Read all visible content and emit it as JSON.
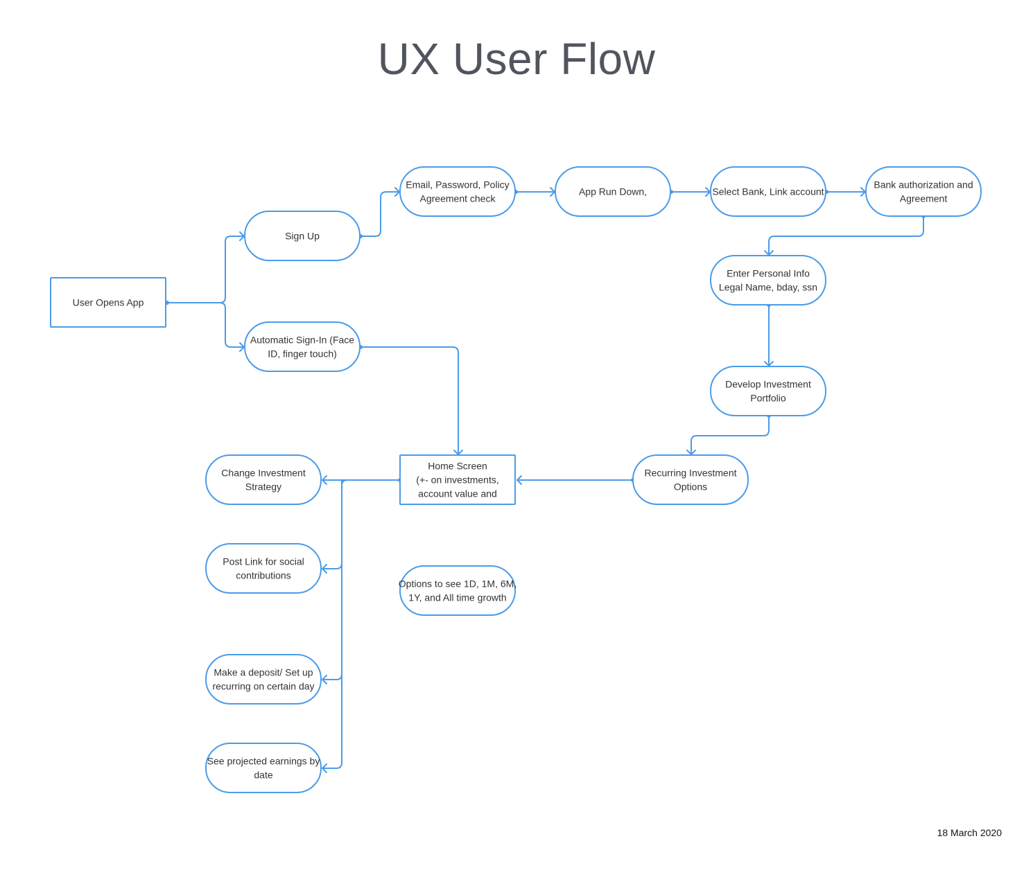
{
  "title": "UX User Flow",
  "date": "18 March 2020",
  "colors": {
    "stroke": "#4a9be8",
    "title": "#50555e",
    "text": "#333333"
  },
  "nodes": [
    {
      "id": "user-opens-app",
      "shape": "rect",
      "lines": [
        "User Opens App"
      ]
    },
    {
      "id": "sign-up",
      "shape": "rounded",
      "lines": [
        "Sign Up"
      ]
    },
    {
      "id": "automatic-sign-in",
      "shape": "rounded",
      "lines": [
        "Automatic Sign-In (Face",
        "ID, finger touch)"
      ]
    },
    {
      "id": "email-password",
      "shape": "rounded",
      "lines": [
        "Email, Password, Policy",
        "Agreement check"
      ]
    },
    {
      "id": "app-run-down",
      "shape": "rounded",
      "lines": [
        "App Run Down,"
      ]
    },
    {
      "id": "select-bank",
      "shape": "rounded",
      "lines": [
        "Select Bank, Link account"
      ]
    },
    {
      "id": "bank-authorization",
      "shape": "rounded",
      "lines": [
        "Bank authorization and",
        "Agreement"
      ]
    },
    {
      "id": "enter-personal-info",
      "shape": "rounded",
      "lines": [
        "Enter Personal Info",
        "Legal Name, bday, ssn"
      ]
    },
    {
      "id": "develop-portfolio",
      "shape": "rounded",
      "lines": [
        "Develop Investment",
        "Portfolio"
      ]
    },
    {
      "id": "recurring-options",
      "shape": "rounded",
      "lines": [
        "Recurring Investment",
        "Options"
      ]
    },
    {
      "id": "home-screen",
      "shape": "rect",
      "lines": [
        "Home Screen",
        "(+- on investments,",
        "account value and"
      ]
    },
    {
      "id": "change-strategy",
      "shape": "rounded",
      "lines": [
        "Change Investment",
        "Strategy"
      ]
    },
    {
      "id": "post-link",
      "shape": "rounded",
      "lines": [
        "Post Link for social",
        "contributions"
      ]
    },
    {
      "id": "make-deposit",
      "shape": "rounded",
      "lines": [
        "Make a deposit/ Set up",
        "recurring on certain day"
      ]
    },
    {
      "id": "projected-earnings",
      "shape": "rounded",
      "lines": [
        "See projected earnings by",
        "date"
      ]
    },
    {
      "id": "growth-options",
      "shape": "rounded",
      "lines": [
        "Options to see 1D, 1M, 6M,",
        "1Y, and All time growth"
      ]
    }
  ],
  "edges": [
    {
      "from": "user-opens-app",
      "to": "sign-up"
    },
    {
      "from": "user-opens-app",
      "to": "automatic-sign-in"
    },
    {
      "from": "sign-up",
      "to": "email-password"
    },
    {
      "from": "email-password",
      "to": "app-run-down"
    },
    {
      "from": "app-run-down",
      "to": "select-bank"
    },
    {
      "from": "select-bank",
      "to": "bank-authorization"
    },
    {
      "from": "bank-authorization",
      "to": "enter-personal-info"
    },
    {
      "from": "enter-personal-info",
      "to": "develop-portfolio"
    },
    {
      "from": "develop-portfolio",
      "to": "recurring-options"
    },
    {
      "from": "recurring-options",
      "to": "home-screen"
    },
    {
      "from": "automatic-sign-in",
      "to": "home-screen"
    },
    {
      "from": "home-screen",
      "to": "change-strategy"
    },
    {
      "from": "home-screen",
      "to": "post-link"
    },
    {
      "from": "home-screen",
      "to": "make-deposit"
    },
    {
      "from": "home-screen",
      "to": "projected-earnings"
    }
  ]
}
